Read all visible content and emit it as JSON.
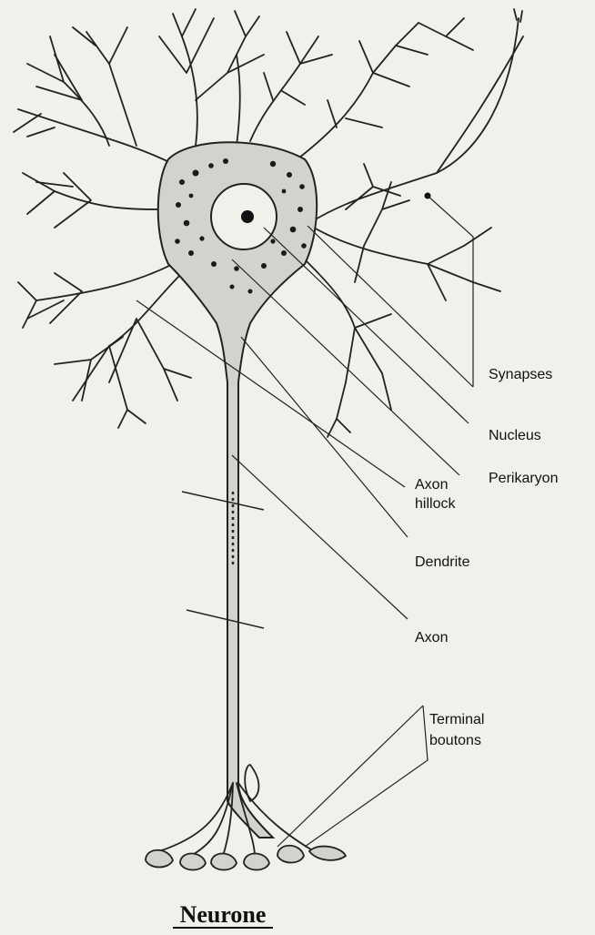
{
  "figure": {
    "caption": "Neurone",
    "labels": {
      "synapses": "Synapses",
      "nucleus": "Nucleus",
      "perikaryon": "Perikaryon",
      "axon_hillock_line1": "Axon",
      "axon_hillock_line2": "hillock",
      "dendrite": "Dendrite",
      "axon": "Axon",
      "terminal_boutons_line1": "Terminal",
      "terminal_boutons_line2": "boutons"
    },
    "colors": {
      "ink": "#222222",
      "cell_body_fill": "#d2d2cf",
      "background": "#f1f0eb"
    }
  }
}
